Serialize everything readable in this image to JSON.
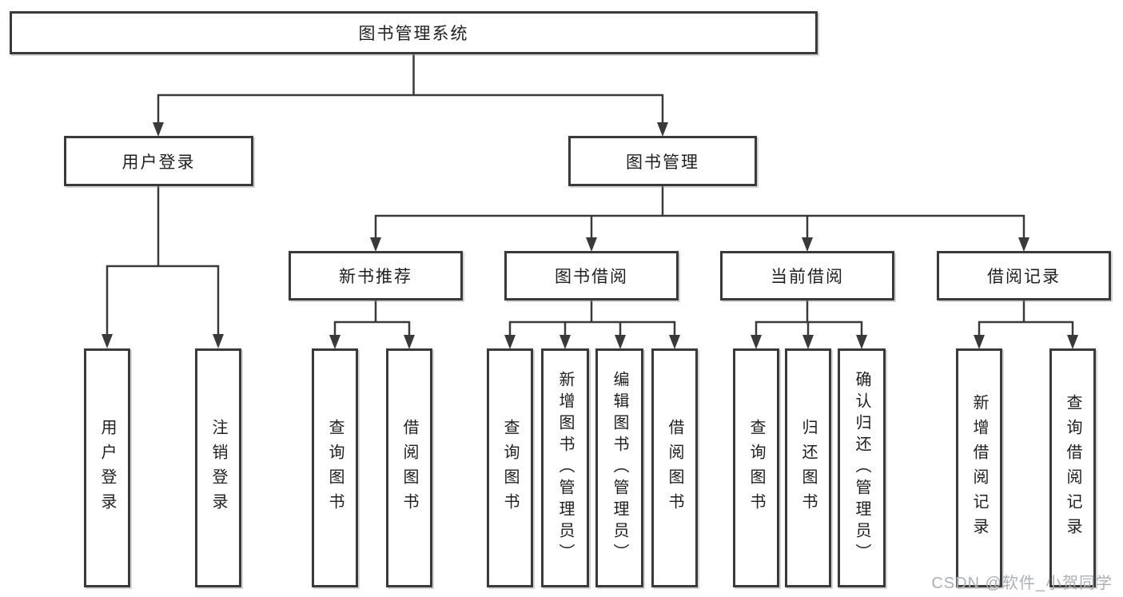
{
  "diagram": {
    "title_note": "functional structure chart",
    "root": {
      "label": "图书管理系统"
    },
    "level2": [
      {
        "label": "用户登录"
      },
      {
        "label": "图书管理"
      }
    ],
    "level3": [
      {
        "label": "新书推荐"
      },
      {
        "label": "图书借阅"
      },
      {
        "label": "当前借阅"
      },
      {
        "label": "借阅记录"
      }
    ],
    "leaves": {
      "user_login": [
        {
          "label": "用户登录"
        },
        {
          "label": "注销登录"
        }
      ],
      "new_book": [
        {
          "label": "查询图书"
        },
        {
          "label": "借阅图书"
        }
      ],
      "book_borrow": [
        {
          "label": "查询图书"
        },
        {
          "label": "新增图书（管理员）"
        },
        {
          "label": "编辑图书（管理员）"
        },
        {
          "label": "借阅图书"
        }
      ],
      "current_borrow": [
        {
          "label": "查询图书"
        },
        {
          "label": "归还图书"
        },
        {
          "label": "确认归还（管理员）"
        }
      ],
      "borrow_record": [
        {
          "label": "新增借阅记录"
        },
        {
          "label": "查询借阅记录"
        }
      ]
    },
    "colors": {
      "line": "#3a3a3a",
      "border": "#3a3a3a",
      "text": "#1f1f1f",
      "background": "#ffffff",
      "watermark": "#acafb5"
    }
  },
  "watermark": {
    "text": "CSDN @软件_小贺同学"
  }
}
